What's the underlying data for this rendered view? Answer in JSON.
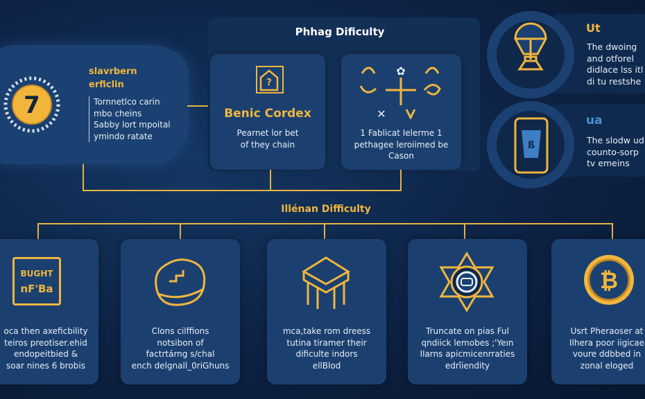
{
  "top_left": {
    "heading_1": "slavrbern",
    "heading_2": "erficlin",
    "lines": [
      "Tornnetlco carin",
      "mbo cheins",
      "Sabby lort mpoital",
      "ymindo ratate"
    ],
    "icon": "question-coin-icon",
    "icon_glyph": "7"
  },
  "top_section": {
    "title": "Phhag Dificulty",
    "card_1": {
      "title": "Benic Cordex",
      "lines": [
        "Pearnet lor bet",
        "of they chain"
      ],
      "icon": "house-question-icon"
    },
    "card_2": {
      "lines": [
        "1 Fablicat Ielerme 1",
        "pethagee leroiimed be",
        "Cason"
      ],
      "icon": "symbols-icon"
    }
  },
  "right": [
    {
      "heading": "Ut",
      "lines": [
        "The dwoing",
        "and otforel",
        "didlace lss itl",
        "di tu restshe"
      ],
      "icon": "hot-air-balloon-icon"
    },
    {
      "heading": "ua",
      "lines": [
        "The slodw ud",
        "counto-sorp",
        "tv emeins"
      ],
      "icon": "phone-icon"
    }
  ],
  "middle_title": "Illénan Difficulty",
  "bottom_cards": [
    {
      "icon": "bught-sign-icon",
      "icon_text": [
        "BUGHT",
        "nF'Ba"
      ],
      "lines": [
        "oca then axeficbility",
        "teiros preotiser.ehid",
        "endopeitbied &",
        "soar nines 6 brobis"
      ]
    },
    {
      "icon": "cloud-coin-icon",
      "lines": [
        "Clons cilffions",
        "notsibon of",
        "factrtárng s/chal",
        "ench delgnall_0riGhuns"
      ]
    },
    {
      "icon": "table-icon",
      "lines": [
        "mca,take rom dreess",
        "tutina tiramer their",
        "dificulte indors",
        "ellBlod"
      ]
    },
    {
      "icon": "atom-coin-icon",
      "lines": [
        "Truncate on pias Ful",
        "qndiick lemobes ;'Yeın",
        "Ilarns apicmicenrraties",
        "edrîiendity"
      ]
    },
    {
      "icon": "bitcoin-icon",
      "lines": [
        "Usrt Pheraoser at",
        "Ilhera poor iigicae",
        "voure ddbbed in",
        "zonal eloged"
      ]
    }
  ],
  "colors": {
    "accent": "#f0b63e",
    "panel": "#1b4070",
    "background": "#0d2244",
    "blue_heading": "#4b8fd0"
  }
}
